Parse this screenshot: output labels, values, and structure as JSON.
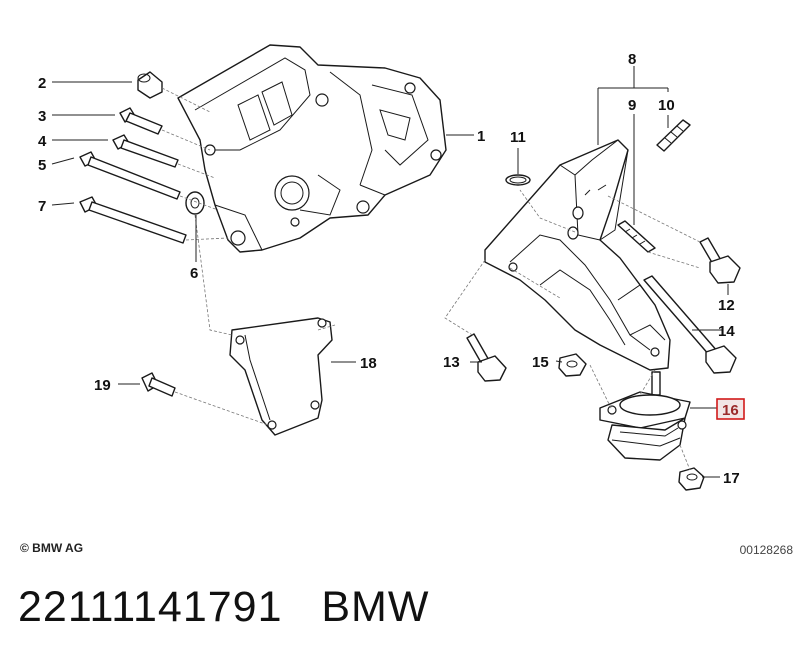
{
  "diagram": {
    "callouts": [
      "1",
      "2",
      "3",
      "4",
      "5",
      "6",
      "7",
      "8",
      "9",
      "10",
      "11",
      "12",
      "13",
      "14",
      "15",
      "16",
      "17",
      "18",
      "19"
    ],
    "highlighted_callout": "16",
    "highlight_color": "#d11a1a"
  },
  "footer": {
    "copyright": "© BMW AG",
    "document_number": "00128268"
  },
  "caption": {
    "part_number": "22111141791",
    "brand": "BMW"
  }
}
